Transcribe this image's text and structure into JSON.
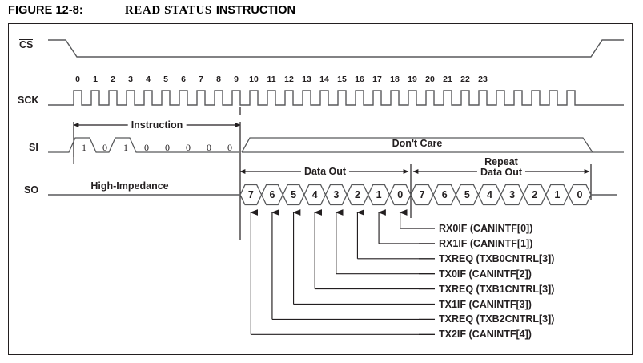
{
  "figure": {
    "label": "FIGURE 12-8:",
    "title_smallcaps": "READ STATUS",
    "title_instruction": "INSTRUCTION"
  },
  "colors": {
    "ink": "#231f20",
    "line": "#58595b",
    "background": "#ffffff",
    "frame": "#231f20"
  },
  "signals": {
    "cs": {
      "name": "CS",
      "overline": true
    },
    "sck": {
      "name": "SCK"
    },
    "si": {
      "name": "SI"
    },
    "so": {
      "name": "SO"
    }
  },
  "sck": {
    "clock_numbers": [
      "0",
      "1",
      "2",
      "3",
      "4",
      "5",
      "6",
      "7",
      "8",
      "9",
      "10",
      "11",
      "12",
      "13",
      "14",
      "15",
      "16",
      "17",
      "18",
      "19",
      "20",
      "21",
      "22",
      "23"
    ],
    "count": 24
  },
  "si": {
    "span_label": "Instruction",
    "bits": [
      "1",
      "0",
      "1",
      "0",
      "0",
      "0",
      "0",
      "0"
    ],
    "dont_care_label": "Don't Care"
  },
  "so": {
    "high_impedance_label": "High-Impedance",
    "data_out_label": "Data Out",
    "repeat_data_out_label_line1": "Repeat",
    "repeat_data_out_label_line2": "Data Out",
    "data_out_bits": [
      "7",
      "6",
      "5",
      "4",
      "3",
      "2",
      "1",
      "0"
    ],
    "repeat_bits": [
      "7",
      "6",
      "5",
      "4",
      "3",
      "2",
      "1",
      "0"
    ]
  },
  "callouts": [
    {
      "bit": "0",
      "text": "RX0IF (CANINTF[0])"
    },
    {
      "bit": "1",
      "text": "RX1IF (CANINTF[1])"
    },
    {
      "bit": "2",
      "text": "TXREQ (TXB0CNTRL[3])"
    },
    {
      "bit": "3",
      "text": "TX0IF (CANINTF[2])"
    },
    {
      "bit": "4",
      "text": "TXREQ (TXB1CNTRL[3])"
    },
    {
      "bit": "5",
      "text": "TX1IF (CANINTF[3])"
    },
    {
      "bit": "6",
      "text": "TXREQ (TXB2CNTRL[3])"
    },
    {
      "bit": "7",
      "text": "TX2IF (CANINTF[4])"
    }
  ]
}
